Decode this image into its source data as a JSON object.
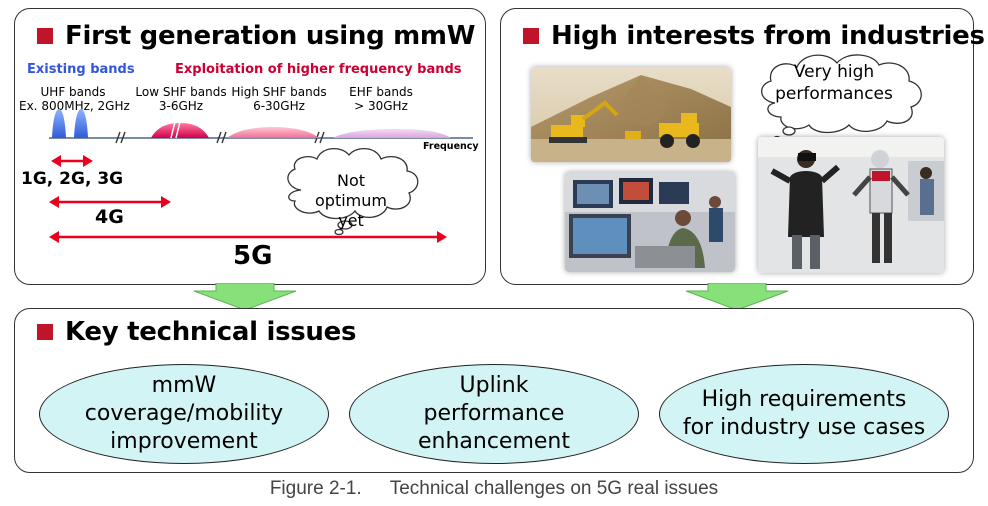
{
  "panel_left": {
    "heading": "First generation using mmW",
    "existing_label": "Existing bands",
    "exploitation_label": "Exploitation of higher frequency bands",
    "bands": [
      {
        "line1": "UHF bands",
        "line2": "Ex. 800MHz, 2GHz"
      },
      {
        "line1": "Low SHF bands",
        "line2": "3-6GHz"
      },
      {
        "line1": "High SHF bands",
        "line2": "6-30GHz"
      },
      {
        "line1": "EHF bands",
        "line2": "> 30GHz"
      }
    ],
    "axis_label": "Frequency",
    "gen_label_1": "1G, 2G, 3G",
    "gen_label_2": "4G",
    "gen_label_3": "5G",
    "thought": "Not optimum yet"
  },
  "panel_right": {
    "heading": "High interests from industries",
    "thought": "Very high performances"
  },
  "panel_bottom": {
    "heading": "Key technical issues",
    "issues": [
      {
        "line1": "mmW",
        "line2": "coverage/mobility",
        "line3": "improvement"
      },
      {
        "line1": "Uplink",
        "line2": "performance",
        "line3": "enhancement"
      },
      {
        "line1": "High requirements",
        "line2": "for industry use cases"
      }
    ]
  },
  "caption": {
    "number": "Figure 2-1.",
    "text": "Technical challenges on 5G real issues"
  },
  "colors": {
    "square": "#c0142b",
    "existing": "#3355dd",
    "exploitation": "#cc0033",
    "arrow": "#e8001c",
    "down_arrow": "#88e07a",
    "ellipse_fill": "#d2f4f4"
  }
}
